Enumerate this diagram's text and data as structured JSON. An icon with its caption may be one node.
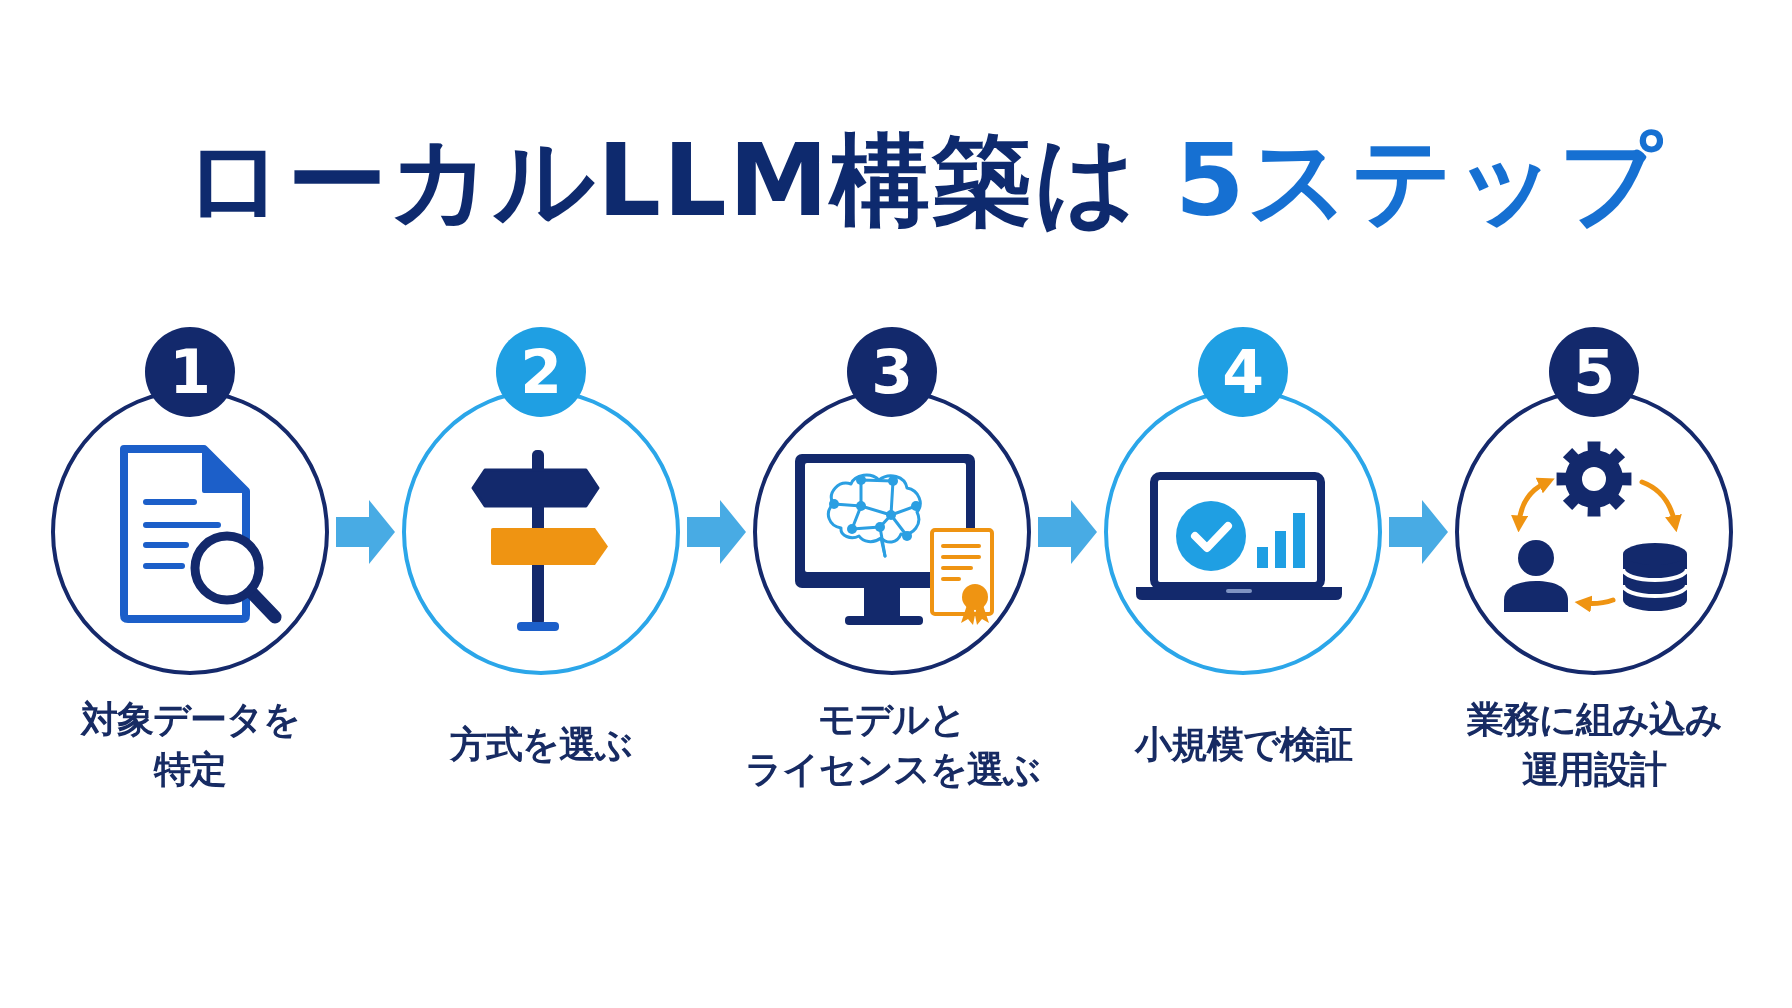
{
  "diagram": {
    "title": "ローカルLLM構築は 5ステップ",
    "nodes": [
      {
        "text": [
          "1"
        ]
      },
      {
        "text": [
          "対象データを特定"
        ]
      },
      {
        "text": [
          "2"
        ]
      },
      {
        "text": [
          "方式を選ぶ"
        ]
      },
      {
        "text": [
          "3"
        ]
      },
      {
        "text": [
          "モデルとライセンスを選ぶ"
        ]
      },
      {
        "text": [
          "4"
        ]
      },
      {
        "text": [
          "小規模で検証"
        ]
      },
      {
        "text": [
          "5"
        ]
      },
      {
        "text": [
          "業務に組み込み運用設計"
        ]
      }
    ],
    "edges": [
      {
        "from": 1,
        "to": 3,
        "arrow": "to"
      },
      {
        "from": 3,
        "to": 5,
        "arrow": "to"
      },
      {
        "from": 5,
        "to": 7,
        "arrow": "to"
      },
      {
        "from": 7,
        "to": 9,
        "arrow": "to"
      }
    ]
  }
}
